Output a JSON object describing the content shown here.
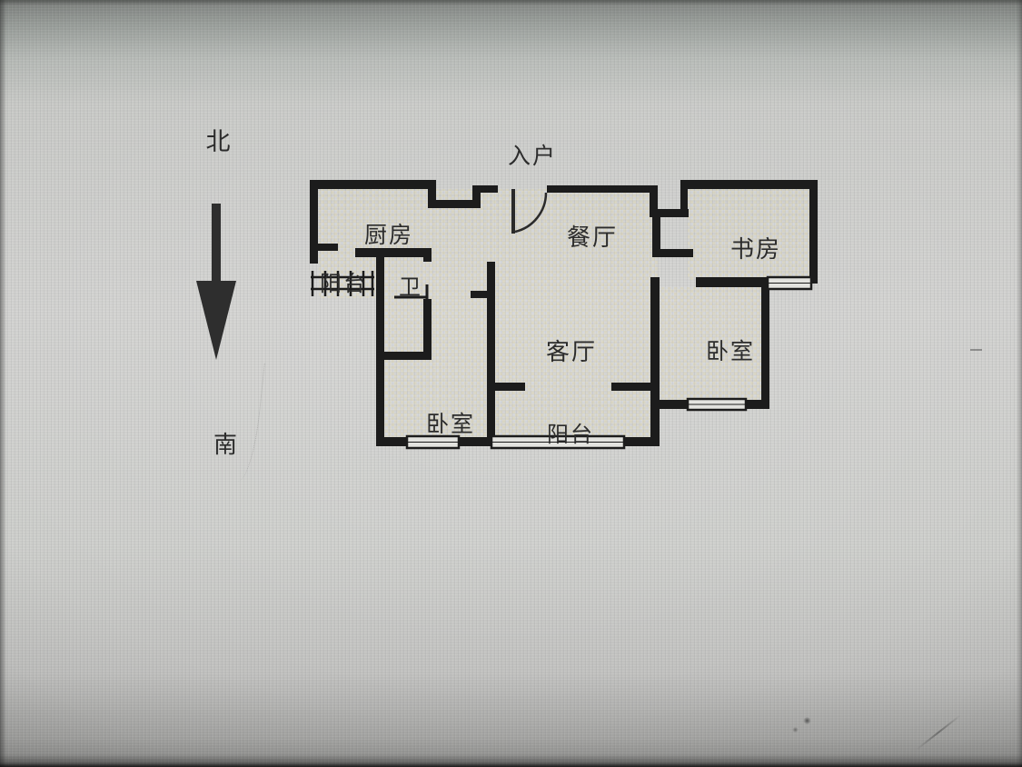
{
  "compass": {
    "north": "北",
    "south": "南"
  },
  "rooms": {
    "entrance": {
      "label": "入户"
    },
    "kitchen": {
      "label": "厨房"
    },
    "dining": {
      "label": "餐厅"
    },
    "study": {
      "label": "书房"
    },
    "balcony_west": {
      "label": "阳台"
    },
    "bathroom": {
      "label": "卫"
    },
    "living": {
      "label": "客厅"
    },
    "bedroom_east": {
      "label": "卧室"
    },
    "bedroom_south": {
      "label": "卧室"
    },
    "balcony_south": {
      "label": "阳台"
    }
  },
  "colors": {
    "wall": "#1c1c1c",
    "label_text": "#2c2c2c",
    "screen_background": "#cbcbc9",
    "moire_yellow": "#e9ddab",
    "moire_blue": "#dde2ec"
  }
}
